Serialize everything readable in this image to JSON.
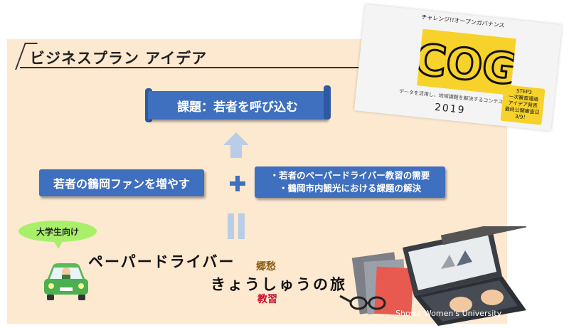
{
  "slide": {
    "title": "ビジネスプラン アイデア",
    "issue": "課題：若者を呼び込む",
    "goal": "若者の鶴岡ファンを増やす",
    "needs": [
      "・若者のペーパードライバー教習の需要",
      "・鶴岡市内観光における課題の解決"
    ],
    "target_bubble": "大学生向け",
    "plan_line1": "ペーパードライバー",
    "plan_line2": "きょうしゅうの旅",
    "ruby_top": "郷愁",
    "ruby_bottom": "教習",
    "watermark": "Showa     Women's University"
  },
  "cog_card": {
    "top_text": "チャレンジ!!オープンガバナンス",
    "logo": "COG",
    "subtitle": "データを活用し、地域課題を解決するコンテスト",
    "year": "2019",
    "step_lines": [
      "STEP3",
      "一次審査通過",
      "アイデア発表",
      "",
      "最終公開審査日",
      "3/9！"
    ]
  },
  "colors": {
    "box_blue": "#3f6fbf",
    "slide_bg": "#fde8d0",
    "arrow": "#b9cde8",
    "bubble": "#a8f06a",
    "ruby_top": "#8a5a10",
    "ruby_bottom": "#c8102e",
    "cog_yellow": "#f7d22a"
  },
  "icons": [
    "up-arrow-icon",
    "plus-icon",
    "equal-icon",
    "car-icon",
    "laptop-icon",
    "glasses-icon",
    "notebook-icon"
  ]
}
